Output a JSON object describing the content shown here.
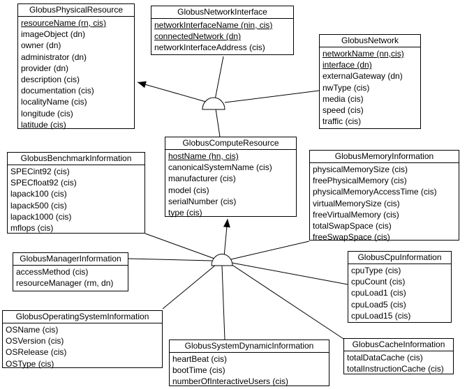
{
  "diagram": {
    "kind": "uml-class-diagram",
    "subject": "Globus MDS resource schema",
    "colors": {
      "background": "#ffffff",
      "foreground": "#000000"
    }
  },
  "boxes": [
    {
      "id": "globus-physical-resource",
      "title": "GlobusPhysicalResource",
      "attrs": [
        {
          "text": "resourceName (rn, cis)",
          "underline": true
        },
        {
          "text": "imageObject (dn)",
          "underline": false
        },
        {
          "text": "owner (dn)",
          "underline": false
        },
        {
          "text": "administrator (dn)",
          "underline": false
        },
        {
          "text": "provider (dn)",
          "underline": false
        },
        {
          "text": "description (cis)",
          "underline": false
        },
        {
          "text": "documentation (cis)",
          "underline": false
        },
        {
          "text": "localityName (cis)",
          "underline": false
        },
        {
          "text": "longitude (cis)",
          "underline": false
        },
        {
          "text": "latitude (cis)",
          "underline": false
        }
      ]
    },
    {
      "id": "globus-network-interface",
      "title": "GlobusNetworkInterface",
      "attrs": [
        {
          "text": "networkInterfaceName (nin, cis)",
          "underline": true
        },
        {
          "text": "connectedNetwork (dn)",
          "underline": true
        },
        {
          "text": "networkInterfaceAddress (cis)",
          "underline": false
        }
      ]
    },
    {
      "id": "globus-network",
      "title": "GlobusNetwork",
      "attrs": [
        {
          "text": "networkName (nn,cis)",
          "underline": true
        },
        {
          "text": "interface (dn)",
          "underline": true
        },
        {
          "text": "externalGateway (dn)",
          "underline": false
        },
        {
          "text": "nwType (cis)",
          "underline": false
        },
        {
          "text": "media (cis)",
          "underline": false
        },
        {
          "text": "speed (cis)",
          "underline": false
        },
        {
          "text": "traffic (cis)",
          "underline": false
        }
      ]
    },
    {
      "id": "globus-compute-resource",
      "title": "GlobusComputeResource",
      "attrs": [
        {
          "text": "hostName (hn, cis)",
          "underline": true
        },
        {
          "text": "canonicalSystemName (cis)",
          "underline": false
        },
        {
          "text": "manufacturer (cis)",
          "underline": false
        },
        {
          "text": "model (cis)",
          "underline": false
        },
        {
          "text": "serialNumber (cis)",
          "underline": false
        },
        {
          "text": "type (cis)",
          "underline": false
        }
      ]
    },
    {
      "id": "globus-benchmark-information",
      "title": "GlobusBenchmarkInformation",
      "attrs": [
        {
          "text": "SPECint92 (cis)",
          "underline": false
        },
        {
          "text": "SPECfloat92 (cis)",
          "underline": false
        },
        {
          "text": "lapack100 (cis)",
          "underline": false
        },
        {
          "text": "lapack500 (cis)",
          "underline": false
        },
        {
          "text": "lapack1000 (cis)",
          "underline": false
        },
        {
          "text": "mflops (cis)",
          "underline": false
        }
      ]
    },
    {
      "id": "globus-memory-information",
      "title": "GlobusMemoryInformation",
      "attrs": [
        {
          "text": "physicalMemorySize (cis)",
          "underline": false
        },
        {
          "text": "freePhysicalMemory (cis)",
          "underline": false
        },
        {
          "text": "physicalMemoryAccessTime (cis)",
          "underline": false
        },
        {
          "text": "virtualMemorySize (cis)",
          "underline": false
        },
        {
          "text": "freeVirtualMemory (cis)",
          "underline": false
        },
        {
          "text": "totalSwapSpace (cis)",
          "underline": false
        },
        {
          "text": "freeSwapSpace (cis)",
          "underline": false
        }
      ]
    },
    {
      "id": "globus-manager-information",
      "title": "GlobusManagerInformation",
      "attrs": [
        {
          "text": "accessMethod (cis)",
          "underline": false
        },
        {
          "text": "resourceManager (rm, dn)",
          "underline": false
        }
      ]
    },
    {
      "id": "globus-cpu-information",
      "title": "GlobusCpuInformation",
      "attrs": [
        {
          "text": "cpuType (cis)",
          "underline": false
        },
        {
          "text": "cpuCount (cis)",
          "underline": false
        },
        {
          "text": "cpuLoad1 (cis)",
          "underline": false
        },
        {
          "text": "cpuLoad5 (cis)",
          "underline": false
        },
        {
          "text": "cpuLoad15 (cis)",
          "underline": false
        }
      ]
    },
    {
      "id": "globus-operating-system-information",
      "title": "GlobusOperatingSystemInformation",
      "attrs": [
        {
          "text": "OSName (cis)",
          "underline": false
        },
        {
          "text": "OSVersion (cis)",
          "underline": false
        },
        {
          "text": "OSRelease (cis)",
          "underline": false
        },
        {
          "text": "OSType (cis)",
          "underline": false
        }
      ]
    },
    {
      "id": "globus-system-dynamic-information",
      "title": "GlobusSystemDynamicInformation",
      "attrs": [
        {
          "text": "heartBeat (cis)",
          "underline": false
        },
        {
          "text": "bootTime (cis)",
          "underline": false
        },
        {
          "text": "numberOfInteractiveUsers (cis)",
          "underline": false
        }
      ]
    },
    {
      "id": "globus-cache-information",
      "title": "GlobusCacheInformation",
      "attrs": [
        {
          "text": "totalDataCache (cis)",
          "underline": false
        },
        {
          "text": "totalInstructionCache (cis)",
          "underline": false
        }
      ]
    }
  ],
  "relationships": [
    {
      "type": "aggregation-hub",
      "symbol": "half-circle",
      "arrow_points_to": "GlobusPhysicalResource",
      "members": [
        "GlobusNetworkInterface",
        "GlobusNetwork",
        "GlobusComputeResource"
      ]
    },
    {
      "type": "aggregation-hub",
      "symbol": "half-circle",
      "arrow_points_to": "GlobusComputeResource",
      "members": [
        "GlobusBenchmarkInformation",
        "GlobusManagerInformation",
        "GlobusOperatingSystemInformation",
        "GlobusSystemDynamicInformation",
        "GlobusCacheInformation",
        "GlobusCpuInformation",
        "GlobusMemoryInformation"
      ]
    }
  ]
}
